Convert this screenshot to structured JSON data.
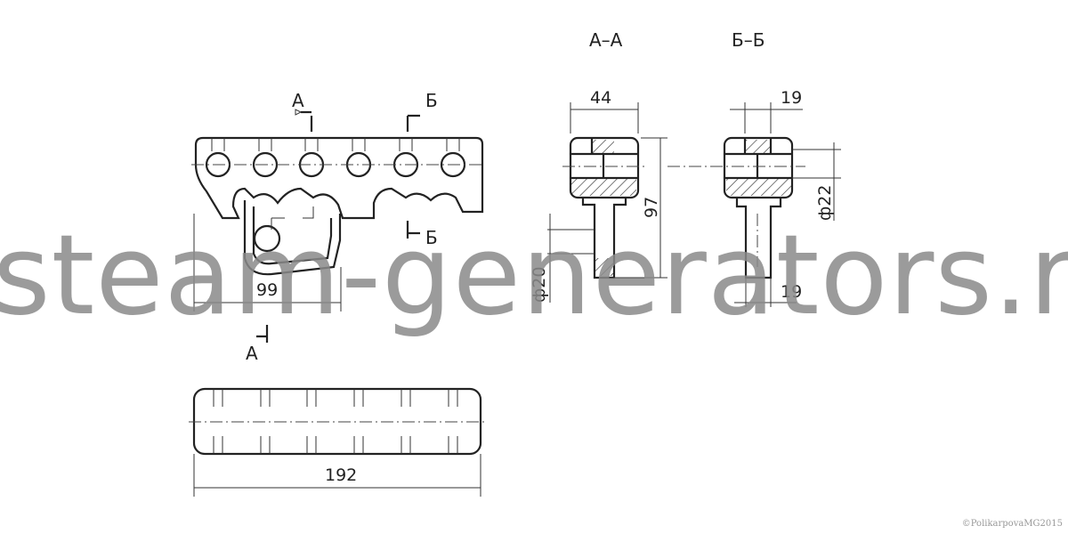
{
  "sections": {
    "a": "А–А",
    "b": "Б–Б"
  },
  "cut_marks": {
    "a_top": "А",
    "a_bottom": "А",
    "b_top": "Б",
    "b_bottom": "Б"
  },
  "dimensions": {
    "front_width": "99",
    "plan_length": "192",
    "aa_width": "44",
    "aa_height": "97",
    "aa_hole": "ф20",
    "bb_top_width": "19",
    "bb_hole": "ф22",
    "bb_bottom_width": "19"
  },
  "watermark": "steam-generators.ru",
  "copyright": "©PolikarpovaMG2015"
}
